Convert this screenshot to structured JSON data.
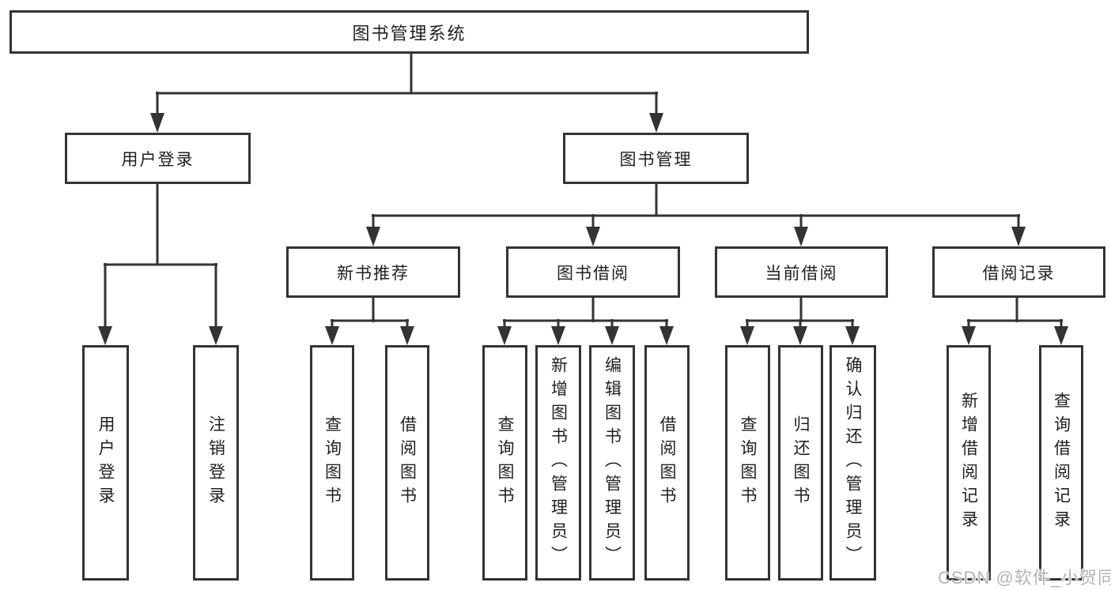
{
  "diagram": {
    "title": "图书管理系统",
    "watermark": "CSDN @软件_小贺同学",
    "colors": {
      "background": "#ffffff",
      "line": "#333333",
      "box_border": "#333333",
      "box_fill": "#ffffff",
      "text": "#1f1f1f",
      "watermark_text": "#b5b5b5"
    },
    "nodes": {
      "root": {
        "label": "图书管理系统"
      },
      "level2": [
        {
          "label": "用户登录"
        },
        {
          "label": "图书管理"
        }
      ],
      "level3": [
        {
          "label": "新书推荐"
        },
        {
          "label": "图书借阅"
        },
        {
          "label": "当前借阅"
        },
        {
          "label": "借阅记录"
        }
      ],
      "leaves": [
        {
          "label": "用户登录"
        },
        {
          "label": "注销登录"
        },
        {
          "label": "查询图书"
        },
        {
          "label": "借阅图书"
        },
        {
          "label": "查询图书"
        },
        {
          "label": "新增图书（管理员）"
        },
        {
          "label": "编辑图书（管理员）"
        },
        {
          "label": "借阅图书"
        },
        {
          "label": "查询图书"
        },
        {
          "label": "归还图书"
        },
        {
          "label": "确认归还（管理员）"
        },
        {
          "label": "新增借阅记录"
        },
        {
          "label": "查询借阅记录"
        }
      ]
    }
  }
}
